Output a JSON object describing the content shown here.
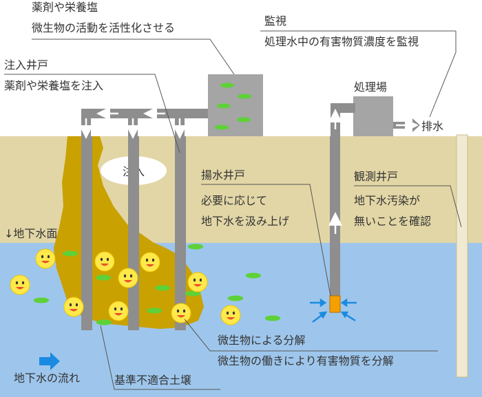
{
  "callouts": {
    "chemicals": {
      "title": "薬剤や栄養塩",
      "body": "微生物の活動を活性化させる"
    },
    "monitoring": {
      "title": "監視",
      "body": "処理水中の有害物質濃度を監視"
    },
    "injection_well": {
      "title": "注入井戸",
      "body": "薬剤や栄養塩を注入"
    },
    "treatment_plant": {
      "title": "処理場"
    },
    "discharge": {
      "label": "排水"
    },
    "injection": {
      "label": "注入"
    },
    "pumping_well": {
      "title": "揚水井戸",
      "line1": "必要に応じて",
      "line2": "地下水を汲み上げ"
    },
    "observation_well": {
      "title": "観測井戸",
      "line1": "地下水汚染が",
      "line2": "無いことを確認"
    },
    "water_table": {
      "label": "↓地下水面"
    },
    "degradation": {
      "title": "微生物による分解",
      "body": "微生物の働きにより有害物質を分解"
    },
    "groundwater_flow": {
      "label": "地下水の流れ"
    },
    "contaminated_soil": {
      "label": "基準不適合土壌"
    }
  },
  "colors": {
    "soil": "#e2d6a6",
    "groundwater": "#9ec6ec",
    "contamination": "#c9a100",
    "well": "#8e8e8e",
    "tank": "#a5a5a5",
    "granule": "#5ed138",
    "microbe": "#ffe94a",
    "flow_arrow": "#1a8be0",
    "pump_head": "#f5a000",
    "leader_line": "#555555"
  }
}
